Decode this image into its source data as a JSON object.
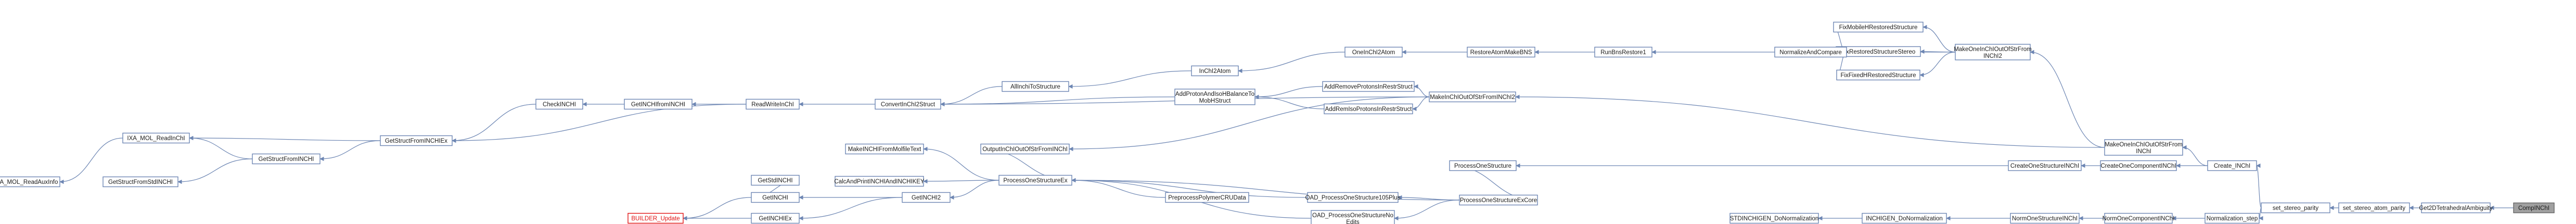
{
  "graph": {
    "root_fill": "#a0a0a0",
    "node_stroke": "#6d86b3",
    "warn_stroke": "#e01010",
    "nodes": [
      {
        "id": "complete",
        "label": "CompINChI",
        "root": true
      },
      {
        "id": "get2d",
        "label": "Get2DTetrahedralAmbiguity"
      },
      {
        "id": "setsap",
        "label": "set_stereo_atom_parity"
      },
      {
        "id": "setsp",
        "label": "set_stereo_parity"
      },
      {
        "id": "createinchi",
        "label": "Create_INChI"
      },
      {
        "id": "normstep",
        "label": "Normalization_step"
      },
      {
        "id": "mkoneinchioutofstrfrom",
        "label": "MakeOneInChIOutOfStrFrom",
        "label2": "INChI"
      },
      {
        "id": "createonecompinchi",
        "label": "CreateOneComponentINChI"
      },
      {
        "id": "normonecompinchi",
        "label": "NormOneComponentINChI"
      },
      {
        "id": "mkoneinchioutofstrfrom2",
        "label": "MakeOneInChIOutOfStrFrom",
        "label2": "INChI2"
      },
      {
        "id": "createonestructinchi",
        "label": "CreateOneStructureINChI"
      },
      {
        "id": "normonestructinchi",
        "label": "NormOneStructureINChI"
      },
      {
        "id": "fixmobile",
        "label": "FixMobileHRestoredStructure"
      },
      {
        "id": "fixrestored",
        "label": "FixRestoredStructureStereo"
      },
      {
        "id": "fixfixed",
        "label": "FixFixedHRestoredStructure"
      },
      {
        "id": "inchi_donorm",
        "label": "INCHIGEN_DoNormalization"
      },
      {
        "id": "normalizeandcompare",
        "label": "NormalizeAndCompare"
      },
      {
        "id": "stdinchigen_donorm",
        "label": "STDINCHIGEN_DoNormalization"
      },
      {
        "id": "runbnsrestore1",
        "label": "RunBnsRestore1"
      },
      {
        "id": "restoreatommakebns",
        "label": "RestoreAtomMakeBNS"
      },
      {
        "id": "oneinchi2atom",
        "label": "OneInChI2Atom"
      },
      {
        "id": "makeinchioutofstrfrominchi2",
        "label": "MakeInChIOutOfStrFromINChI2"
      },
      {
        "id": "addremoveprotons",
        "label": "AddRemoveProtonsInRestrStruct"
      },
      {
        "id": "addremisoprotons",
        "label": "AddRemIsoProtonsInRestrStruct"
      },
      {
        "id": "processonestructure",
        "label": "ProcessOneStructure"
      },
      {
        "id": "processonestructureexcore",
        "label": "ProcessOneStructureExCore"
      },
      {
        "id": "inchi2atom",
        "label": "InChI2Atom"
      },
      {
        "id": "addprotonandbalance",
        "label": "AddProtonAndIsoHBalanceTo",
        "label2": "MobHStruct"
      },
      {
        "id": "outputinchioutofstrfrominchi",
        "label": "OutputInChIOutOfStrFromINChI"
      },
      {
        "id": "oad_processonestructurenoedits",
        "label": "OAD_ProcessOneStructureNo",
        "label2": "Edits"
      },
      {
        "id": "oad_processonestructure105plus",
        "label": "OAD_ProcessOneStructure105Plus"
      },
      {
        "id": "allinchitostructure",
        "label": "AllInchiToStructure"
      },
      {
        "id": "convertinchi2struct",
        "label": "ConvertInChI2Struct"
      },
      {
        "id": "makeinchifrommolfiletext",
        "label": "MakeINCHIFromMolfileText"
      },
      {
        "id": "processonestructureex",
        "label": "ProcessOneStructureEx"
      },
      {
        "id": "preprocesspolymercrudata",
        "label": "PreprocessPolymerCRUData"
      },
      {
        "id": "readwriteinchi",
        "label": "ReadWriteInChI"
      },
      {
        "id": "calcandprintinchiandinchikey",
        "label": "CalcAndPrintINCHIAndINCHIKEY"
      },
      {
        "id": "getinchi2",
        "label": "GetINCHI2"
      },
      {
        "id": "getinchifrominchi",
        "label": "GetINCHIfromINCHI"
      },
      {
        "id": "getstructfrominchiex",
        "label": "GetStructFromINCHIEx"
      },
      {
        "id": "checkinchi",
        "label": "CheckINCHI"
      },
      {
        "id": "getstdinchi",
        "label": "GetStdINCHI"
      },
      {
        "id": "getinchi",
        "label": "GetINCHI"
      },
      {
        "id": "getinchiex",
        "label": "GetINCHIEx"
      },
      {
        "id": "builder_update",
        "label": "BUILDER_Update",
        "warn": true
      },
      {
        "id": "getstructfrominchi",
        "label": "GetStructFromINCHI"
      },
      {
        "id": "getstructfromstdinchi",
        "label": "GetStructFromStdINCHI"
      },
      {
        "id": "ixa_mol_readinchi",
        "label": "IXA_MOL_ReadInChI"
      },
      {
        "id": "ixa_mol_readauxinfo",
        "label": "IXA_MOL_ReadAuxInfo"
      }
    ],
    "edges": [
      {
        "from": "get2d",
        "to": "complete"
      },
      {
        "from": "setsap",
        "to": "get2d"
      },
      {
        "from": "setsp",
        "to": "setsap"
      },
      {
        "from": "createinchi",
        "to": "setsp"
      },
      {
        "from": "normstep",
        "to": "setsp"
      },
      {
        "from": "mkoneinchioutofstrfrom",
        "to": "createinchi"
      },
      {
        "from": "createonecompinchi",
        "to": "createinchi"
      },
      {
        "from": "normonecompinchi",
        "to": "normstep"
      },
      {
        "from": "mkoneinchioutofstrfrom2",
        "to": "mkoneinchioutofstrfrom"
      },
      {
        "from": "createonestructinchi",
        "to": "createonecompinchi"
      },
      {
        "from": "normonestructinchi",
        "to": "normonecompinchi"
      },
      {
        "from": "fixmobile",
        "to": "mkoneinchioutofstrfrom2"
      },
      {
        "from": "fixrestored",
        "to": "mkoneinchioutofstrfrom2"
      },
      {
        "from": "fixfixed",
        "to": "mkoneinchioutofstrfrom2"
      },
      {
        "from": "normalizeandcompare",
        "to": "mkoneinchioutofstrfrom2"
      },
      {
        "from": "inchi_donorm",
        "to": "normonestructinchi"
      },
      {
        "from": "normalizeandcompare",
        "to": "fixmobile"
      },
      {
        "from": "normalizeandcompare",
        "to": "fixrestored"
      },
      {
        "from": "normalizeandcompare",
        "to": "fixfixed"
      },
      {
        "from": "stdinchigen_donorm",
        "to": "inchi_donorm"
      },
      {
        "from": "runbnsrestore1",
        "to": "normalizeandcompare"
      },
      {
        "from": "restoreatommakebns",
        "to": "runbnsrestore1"
      },
      {
        "from": "oneinchi2atom",
        "to": "restoreatommakebns"
      },
      {
        "from": "makeinchioutofstrfrominchi2",
        "to": "mkoneinchioutofstrfrom"
      },
      {
        "from": "addremoveprotons",
        "to": "makeinchioutofstrfrominchi2"
      },
      {
        "from": "addremisoprotons",
        "to": "makeinchioutofstrfrominchi2"
      },
      {
        "from": "processonestructure",
        "to": "createonestructinchi"
      },
      {
        "from": "processonestructureexcore",
        "to": "processonestructure"
      },
      {
        "from": "inchi2atom",
        "to": "oneinchi2atom"
      },
      {
        "from": "addprotonandbalance",
        "to": "addremoveprotons"
      },
      {
        "from": "addprotonandbalance",
        "to": "addremisoprotons"
      },
      {
        "from": "oad_processonestructurenoedits",
        "to": "processonestructureexcore"
      },
      {
        "from": "oad_processonestructure105plus",
        "to": "processonestructureexcore"
      },
      {
        "from": "outputinchioutofstrfrominchi",
        "to": "makeinchioutofstrfrominchi2"
      },
      {
        "from": "allinchitostructure",
        "to": "inchi2atom"
      },
      {
        "from": "convertinchi2struct",
        "to": "allinchitostructure"
      },
      {
        "from": "convertinchi2struct",
        "to": "addprotonandbalance"
      },
      {
        "from": "convertinchi2struct",
        "to": "makeinchioutofstrfrominchi2"
      },
      {
        "from": "processonestructureex",
        "to": "processonestructureexcore"
      },
      {
        "from": "processonestructureex",
        "to": "preprocesspolymercrudata"
      },
      {
        "from": "processonestructureex",
        "to": "oad_processonestructure105plus"
      },
      {
        "from": "processonestructureex",
        "to": "oad_processonestructurenoedits"
      },
      {
        "from": "processonestructureex",
        "to": "outputinchioutofstrfrominchi"
      },
      {
        "from": "makeinchifrommolfiletext",
        "to": "processonestructureex"
      },
      {
        "from": "readwriteinchi",
        "to": "convertinchi2struct"
      },
      {
        "from": "calcandprintinchiandinchikey",
        "to": "processonestructureex"
      },
      {
        "from": "getinchi2",
        "to": "processonestructureex"
      },
      {
        "from": "getinchifrominchi",
        "to": "readwriteinchi"
      },
      {
        "from": "getstructfrominchiex",
        "to": "readwriteinchi"
      },
      {
        "from": "checkinchi",
        "to": "getinchifrominchi"
      },
      {
        "from": "getstructfrominchiex",
        "to": "checkinchi"
      },
      {
        "from": "getstdinchi",
        "to": "getinchi"
      },
      {
        "from": "getinchi",
        "to": "getinchi2"
      },
      {
        "from": "getinchiex",
        "to": "getinchi2"
      },
      {
        "from": "builder_update",
        "to": "getinchi"
      },
      {
        "from": "builder_update",
        "to": "getinchiex"
      },
      {
        "from": "getstructfrominchi",
        "to": "getstructfrominchiex"
      },
      {
        "from": "ixa_mol_readinchi",
        "to": "getstructfrominchiex"
      },
      {
        "from": "getstructfromstdinchi",
        "to": "getstructfrominchi"
      },
      {
        "from": "ixa_mol_readinchi",
        "to": "getstructfrominchi"
      },
      {
        "from": "ixa_mol_readauxinfo",
        "to": "ixa_mol_readinchi"
      }
    ]
  }
}
